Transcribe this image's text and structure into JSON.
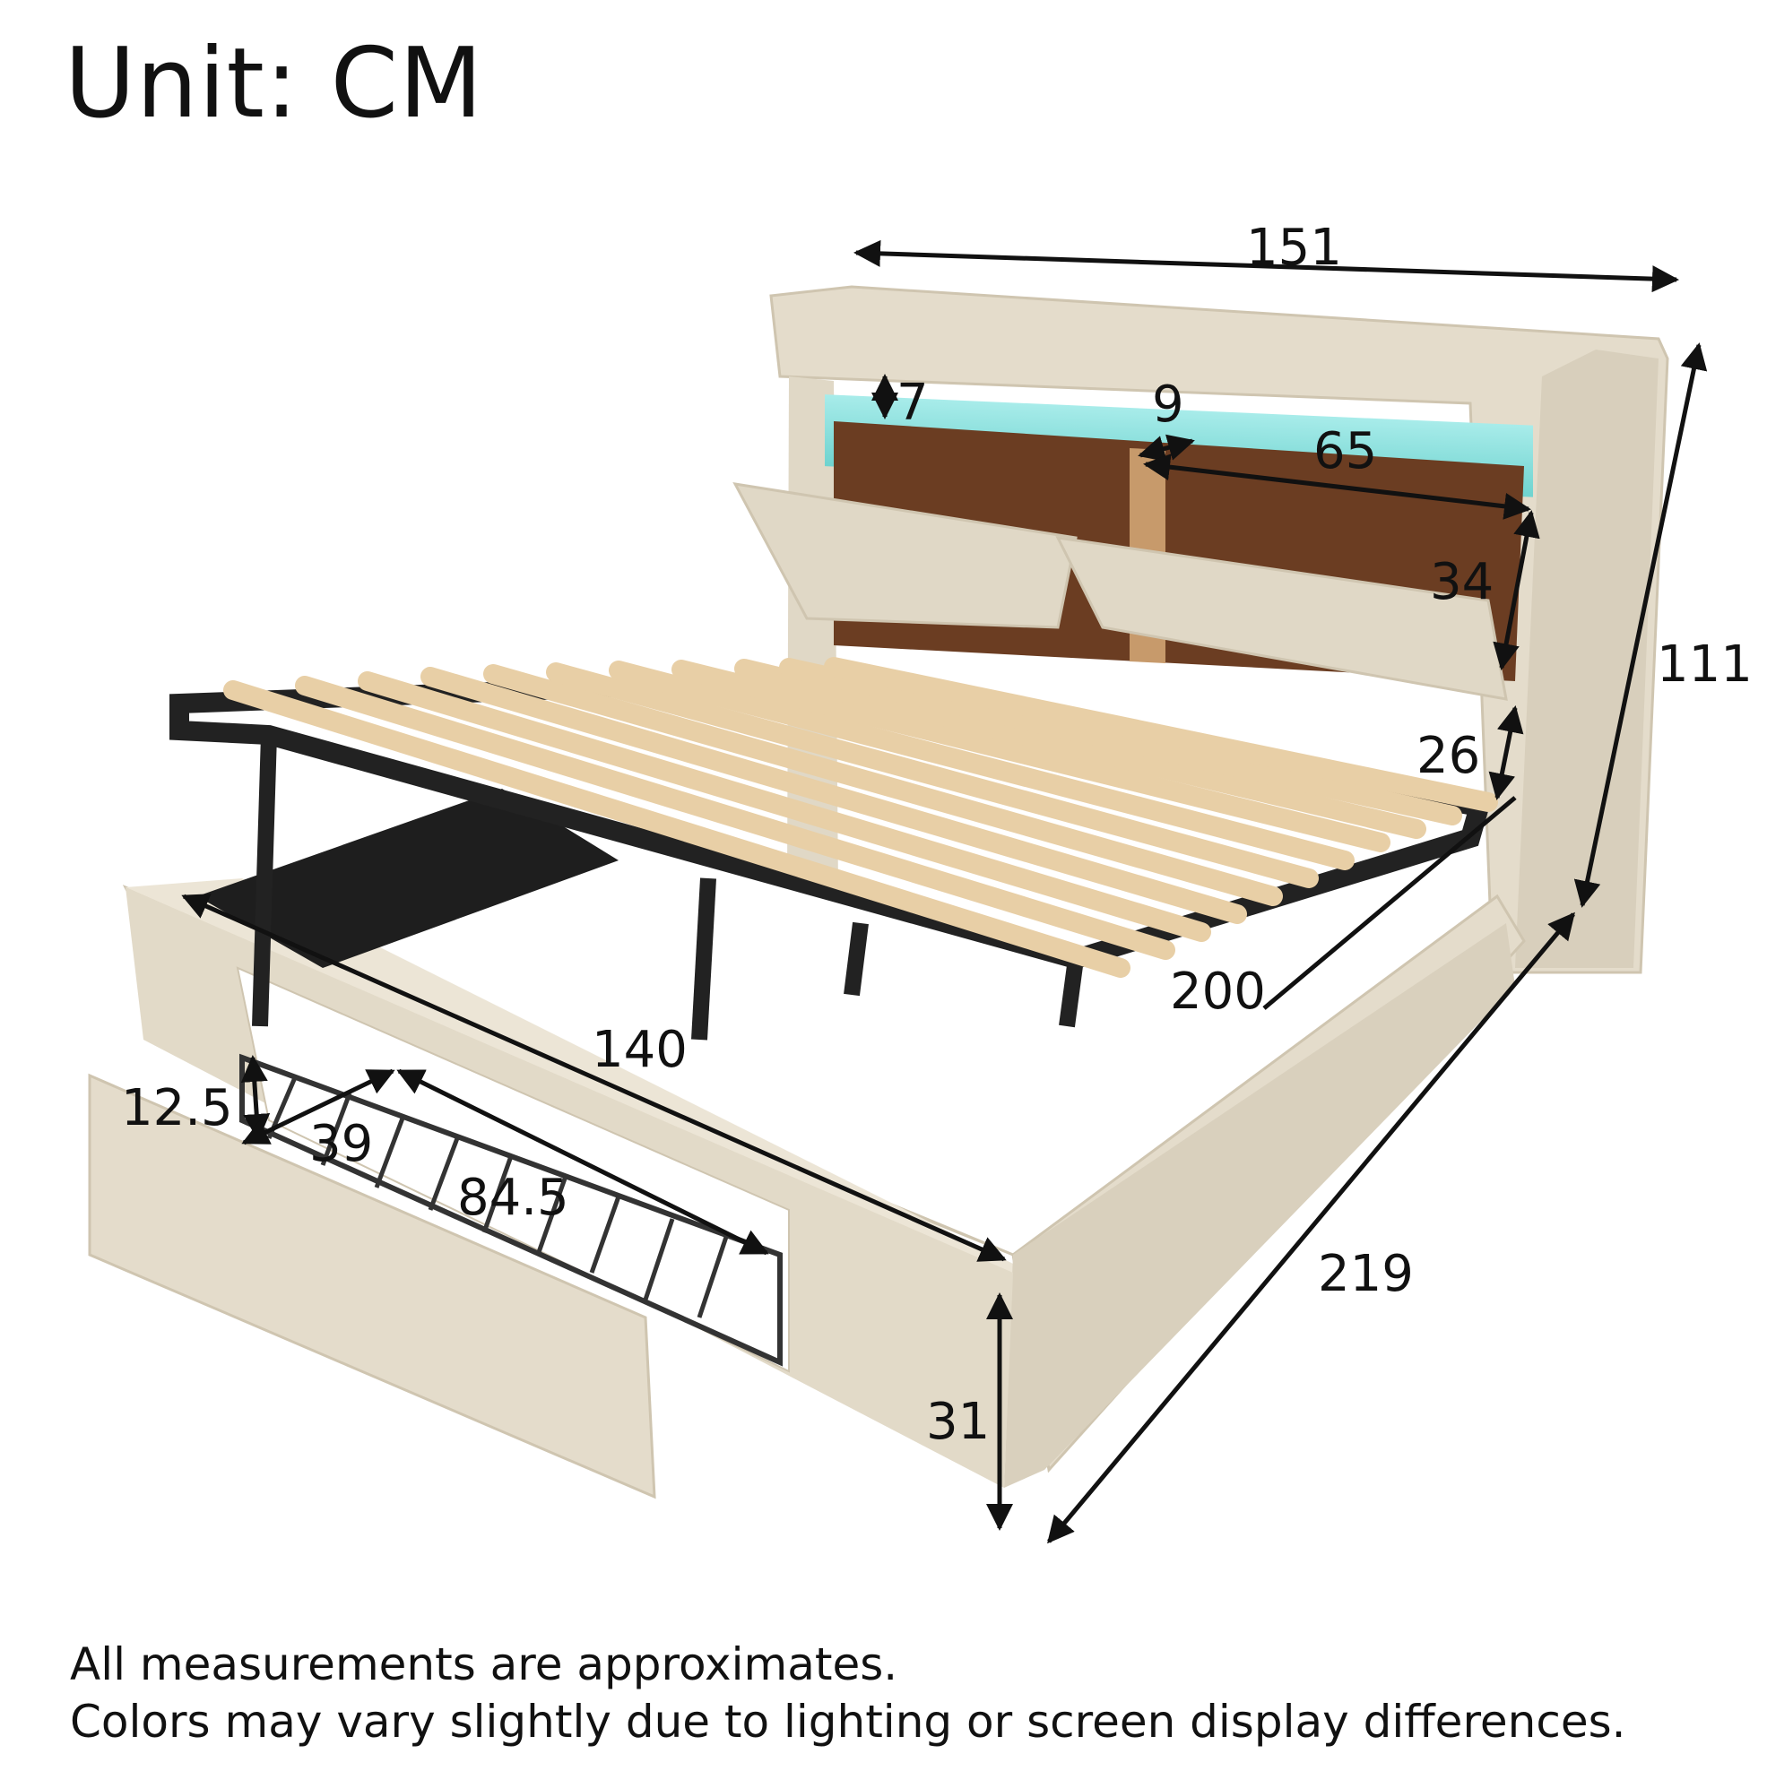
{
  "title": "Unit: CM",
  "notes": [
    "All measurements are approximates.",
    "Colors may vary slightly due to lighting or screen display differences."
  ],
  "dimensions": {
    "headboard_width": "151",
    "total_height": "111",
    "shelf_height": "7",
    "shelf_divider": "9",
    "shelf_length": "65",
    "flap_height": "34",
    "headboard_gap": "26",
    "inner_length": "200",
    "inner_width": "140",
    "total_length": "219",
    "side_height": "31",
    "drawer_height": "12.5",
    "drawer_depth": "39",
    "drawer_length": "84.5"
  },
  "colors": {
    "fabric": "#e4dccb",
    "fabric_dark": "#cfc5b0",
    "wood": "#6b3d22",
    "led": "#8fe0dc",
    "frame": "#222222",
    "slat": "#e8cfa6"
  }
}
